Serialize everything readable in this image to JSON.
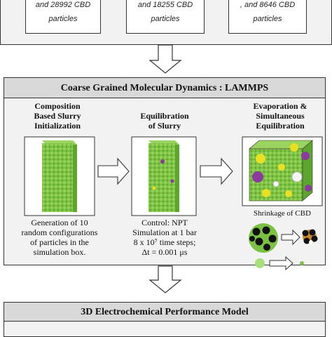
{
  "top_boxes": [
    {
      "line1": "and 28992 CBD",
      "line2": "particles"
    },
    {
      "line1": "and 18255 CBD",
      "line2": "particles"
    },
    {
      "line1": ", and 8646 CBD",
      "line2": "particles"
    }
  ],
  "md_section": {
    "title": "Coarse Grained Molecular Dynamics : LAMMPS",
    "step1": {
      "heading": [
        "Composition",
        "Based Slurry",
        "Initialization"
      ],
      "caption": [
        "Generation of 10",
        "random configurations",
        "of particles in the",
        "simulation box."
      ]
    },
    "step2": {
      "heading": [
        "Equilibration",
        "of Slurry"
      ],
      "caption": [
        "Control: NPT",
        "Simulation at 1 bar",
        "8 x 10⁷ time steps;",
        "Δt = 0.001 μs"
      ]
    },
    "step3": {
      "heading": [
        "Evaporation &",
        "Simultaneous",
        "Equilibration"
      ],
      "shrink_label": "Shrinkage of CBD"
    }
  },
  "bottom_section": {
    "title": "3D Electrochemical Performance Model"
  },
  "colors": {
    "panel_header": "#d9d9d9",
    "panel_body": "#f2f2f2",
    "green_particles": "#7cc242",
    "purple_particle": "#8b3a9e",
    "yellow_particle": "#e8e020"
  }
}
